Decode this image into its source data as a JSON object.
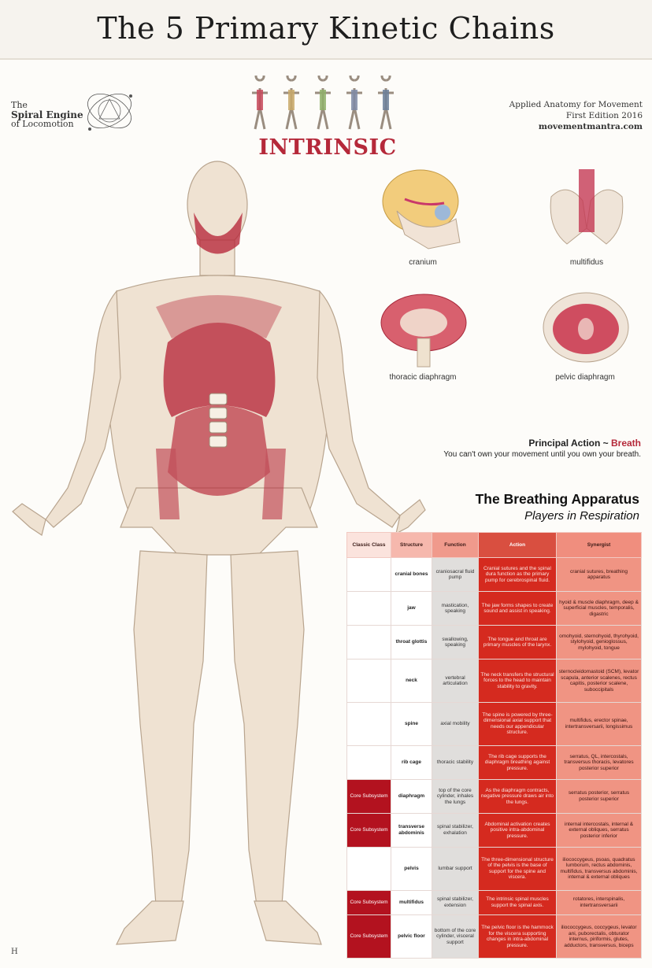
{
  "header": {
    "title": "The 5 Primary Kinetic Chains"
  },
  "logo": {
    "line1": "The",
    "line2": "Spiral Engine",
    "line3": "of Locomotion"
  },
  "section": {
    "title": "INTRINSIC"
  },
  "edition": {
    "line1": "Applied Anatomy for Movement",
    "line2": "First Edition 2016",
    "line3": "movementmantra.com"
  },
  "anatomy_panels": [
    {
      "label": "cranium"
    },
    {
      "label": "multifidus"
    },
    {
      "label": "thoracic diaphragm"
    },
    {
      "label": "pelvic diaphragm"
    }
  ],
  "principal": {
    "prefix": "Principal Action ~ ",
    "action": "Breath",
    "subtitle": "You can't own your movement until you own your breath."
  },
  "breathing": {
    "title": "The Breathing Apparatus",
    "subtitle": "Players in Respiration",
    "columns": [
      "Classic Class",
      "Structure",
      "Function",
      "Action",
      "Synergist"
    ],
    "rows": [
      {
        "core": "",
        "structure": "cranial bones",
        "function": "craniosacral fluid pump",
        "action": "Cranial sutures and the spinal dura function as the primary pump for cerebrospinal fluid.",
        "synergist": "cranial sutures, breathing apparatus"
      },
      {
        "core": "",
        "structure": "jaw",
        "function": "mastication, speaking",
        "action": "The jaw forms shapes to create sound and assist in speaking.",
        "synergist": "hyoid & muscle diaphragm, deep & superficial muscles, temporalis, digastric"
      },
      {
        "core": "",
        "structure": "throat glottis",
        "function": "swallowing, speaking",
        "action": "The tongue and throat are primary muscles of the larynx.",
        "synergist": "omohyoid, sternohyoid, thyrohyoid, stylohyoid, genioglossus, mylohyoid, tongue"
      },
      {
        "core": "",
        "structure": "neck",
        "function": "vertebral articulation",
        "action": "The neck transfers the structural forces to the head to maintain stability to gravity.",
        "synergist": "sternocleidomastoid (SCM), levator scapula, anterior scalenes, rectus capitis, posterior scalene, suboccipitals"
      },
      {
        "core": "",
        "structure": "spine",
        "function": "axial mobility",
        "action": "The spine is powered by three-dimensional axial support that needs our appendicular structure.",
        "synergist": "multifidus, erector spinae, intertransversarii, longissimus"
      },
      {
        "core": "",
        "structure": "rib cage",
        "function": "thoracic stability",
        "action": "The rib cage supports the diaphragm breathing against pressure.",
        "synergist": "serratus, QL, intercostals, transversus thoracis, levatores posterior superior"
      },
      {
        "core": "Core Subsystem",
        "structure": "diaphragm",
        "function": "top of the core cylinder, inhales the lungs",
        "action": "As the diaphragm contracts, negative pressure draws air into the lungs.",
        "synergist": "serratus posterior, serratus posterior superior"
      },
      {
        "core": "Core Subsystem",
        "structure": "transverse abdominis",
        "function": "spinal stabilizer, exhalation",
        "action": "Abdominal activation creates positive intra-abdominal pressure.",
        "synergist": "internal intercostals, internal & external obliques, serratus posterior inferior"
      },
      {
        "core": "",
        "structure": "pelvis",
        "function": "lumbar support",
        "action": "The three-dimensional structure of the pelvis is the base of support for the spine and viscera.",
        "synergist": "iliococcygeus, psoas, quadratus lumborum, rectus abdominis, multifidus, transversus abdominis, internal & external obliques"
      },
      {
        "core": "Core Subsystem",
        "structure": "multifidus",
        "function": "spinal stabilizer, extension",
        "action": "The intrinsic spinal muscles support the spinal axis.",
        "synergist": "rotatores, interspinalis, intertransversarii"
      },
      {
        "core": "Core Subsystem",
        "structure": "pelvic floor",
        "function": "bottom of the core cylinder, visceral support",
        "action": "The pelvic floor is the hammock for the viscera supporting changes in intra-abdominal pressure.",
        "synergist": "iliococcygeus, coccygeus, levator ani, puborectalis, obturator internus, piriformis, glutes, adductors, transversus, biceps"
      }
    ]
  },
  "footer": {
    "mark": "H"
  },
  "colors": {
    "accent": "#b5293a",
    "core": "#b3121f",
    "action": "#d52a1f"
  },
  "chain_figures": [
    {
      "color": "#c7485a"
    },
    {
      "color": "#c9a96a"
    },
    {
      "color": "#8fb06a"
    },
    {
      "color": "#7e8aa6"
    },
    {
      "color": "#6b7f9a"
    }
  ]
}
